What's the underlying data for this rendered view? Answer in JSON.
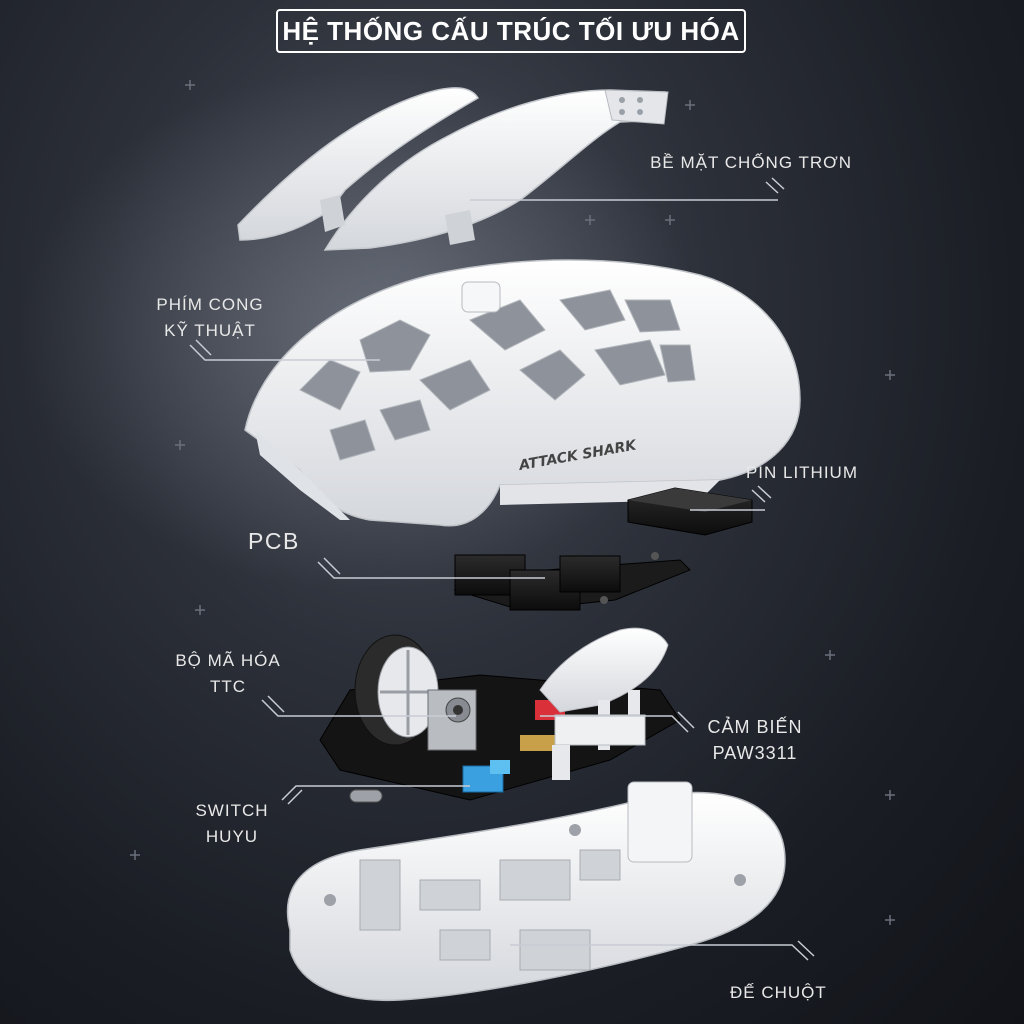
{
  "title": "HỆ THỐNG CẤU TRÚC TỐI ƯU HÓA",
  "brand_logo_text": "ATTACK SHARK",
  "labels": {
    "surface": "BỀ MẶT CHỐNG TRƠN",
    "keys_line1": "PHÍM CONG",
    "keys_line2": "KỸ THUẬT",
    "battery": "PIN LITHIUM",
    "pcb": "PCB",
    "encoder_line1": "BỘ MÃ HÓA",
    "encoder_line2": "TTC",
    "sensor_line1": "CẢM BIẾN",
    "sensor_line2": "PAW3311",
    "switch_line1": "SWITCH",
    "switch_line2": "HUYU",
    "base": "ĐẾ CHUỘT"
  },
  "colors": {
    "background": "#1a1d24",
    "shell": "#f2f3f5",
    "label_text": "#e8e8e8",
    "accent_blue": "#3aa0e0",
    "accent_red": "#d9303a"
  },
  "icons": [
    "callout-line",
    "mouse-wheel",
    "mouse-switch",
    "usb-port"
  ]
}
